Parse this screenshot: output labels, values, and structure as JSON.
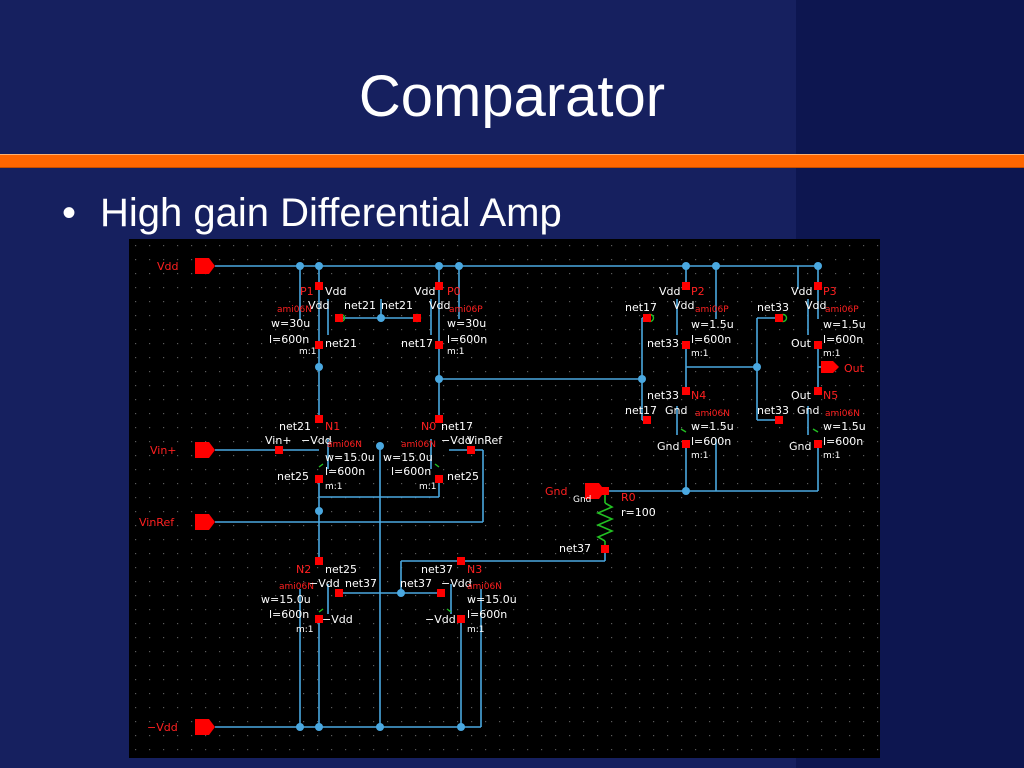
{
  "slide": {
    "title": "Comparator",
    "bullets": [
      "High gain Differential Amp"
    ]
  },
  "colors": {
    "background": "#16205f",
    "accent_rule": "#ff6600",
    "wire": "#4aa8e0",
    "pin": "#ff0000",
    "label_red": "#ff2020",
    "label_white": "#ffffff",
    "resistor": "#22c022"
  },
  "schematic": {
    "pins": {
      "vdd": "Vdd",
      "vin_plus": "Vin+",
      "vin_ref": "VinRef",
      "neg_vdd": "−Vdd",
      "gnd": "Gnd",
      "out": "Out"
    },
    "devices": {
      "P1": {
        "name": "P1",
        "model": "ami06N",
        "w": "w=30u",
        "l": "l=600n",
        "m": "m:1",
        "gate": "net21",
        "drain": "net21",
        "bulk": "Vdd",
        "source": "Vdd"
      },
      "P0": {
        "name": "P0",
        "model": "ami06P",
        "w": "w=30u",
        "l": "l=600n",
        "m": "m:1",
        "gate": "net21",
        "drain": "net17",
        "bulk": "Vdd",
        "source": "Vdd"
      },
      "N1": {
        "name": "N1",
        "model": "ami06N",
        "w": "w=15.0u",
        "l": "l=600n",
        "m": "m:1",
        "drain": "net21",
        "gate": "Vin+",
        "bulk": "−Vdd",
        "source": "net25"
      },
      "N0": {
        "name": "N0",
        "model": "ami06N",
        "w": "w=15.0u",
        "l": "l=600n",
        "m": "m:1",
        "drain": "net17",
        "gate": "VinRef",
        "bulk": "−Vdd",
        "source": "net25"
      },
      "N2": {
        "name": "N2",
        "model": "ami06N",
        "w": "w=15.0u",
        "l": "l=600n",
        "m": "m:1",
        "drain": "net25",
        "gate": "net37",
        "bulk": "−Vdd",
        "source": "−Vdd"
      },
      "N3": {
        "name": "N3",
        "model": "ami06N",
        "w": "w=15.0u",
        "l": "l=600n",
        "m": "m:1",
        "drain": "net37",
        "gate": "net37",
        "bulk": "−Vdd",
        "source": "−Vdd"
      },
      "P2": {
        "name": "P2",
        "model": "ami06P",
        "w": "w=1.5u",
        "l": "l=600n",
        "m": "m:1",
        "gate": "net17",
        "drain": "net33",
        "bulk": "Vdd",
        "source": "Vdd"
      },
      "N4": {
        "name": "N4",
        "model": "ami06N",
        "w": "w=1.5u",
        "l": "l=600n",
        "m": "m:1",
        "drain": "net33",
        "gate": "net17",
        "bulk": "Gnd",
        "source": "Gnd"
      },
      "P3": {
        "name": "P3",
        "model": "ami06P",
        "w": "w=1.5u",
        "l": "l=600n",
        "m": "m:1",
        "gate": "net33",
        "drain": "Out",
        "bulk": "Vdd",
        "source": "Vdd"
      },
      "N5": {
        "name": "N5",
        "model": "ami06N",
        "w": "w=1.5u",
        "l": "l=600n",
        "m": "m:1",
        "drain": "Out",
        "gate": "net33",
        "bulk": "Gnd",
        "source": "Gnd"
      },
      "R0": {
        "name": "R0",
        "value": "r=100",
        "top": "Gnd",
        "bottom": "net37"
      }
    }
  }
}
